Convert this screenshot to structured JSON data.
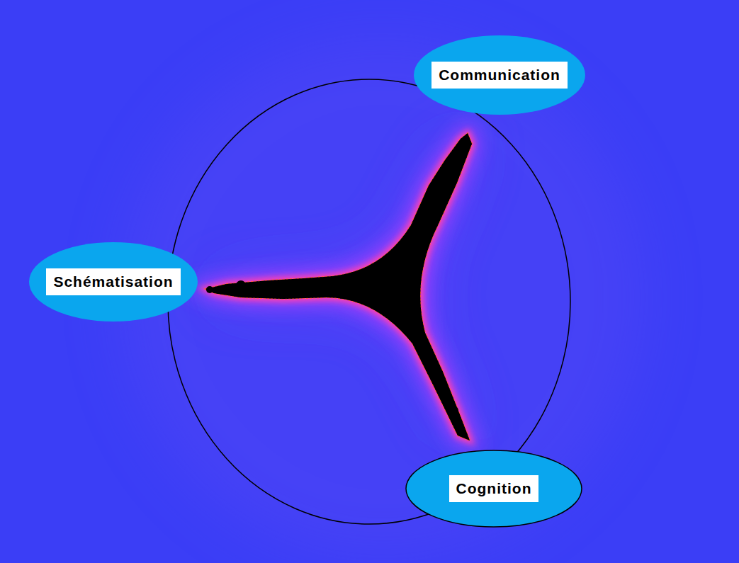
{
  "diagram": {
    "nodes": [
      {
        "text": [
          "Communication"
        ]
      },
      {
        "text": [
          "Schématisation"
        ]
      },
      {
        "text": [
          "Cognition"
        ]
      }
    ]
  }
}
